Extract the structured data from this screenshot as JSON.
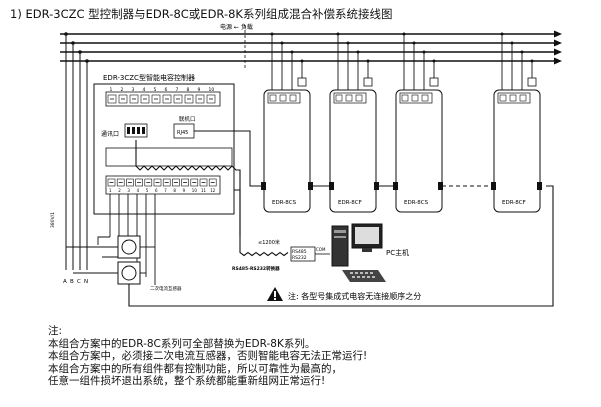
{
  "title": "1) EDR-3CZC 型控制器与EDR-8C或EDR-8K系列组成混合补偿系统接线图",
  "diagram": {
    "power_label": "电源 ← 负载",
    "controller": {
      "name": "EDR-3CZC型智能电容控制器",
      "comm_port_label": "通讯口",
      "network_port_label": "联机口",
      "rj45_label": "RJ45",
      "top_terminal_numbers": [
        "1",
        "2",
        "3",
        "4",
        "5",
        "6",
        "7",
        "8",
        "9",
        "10"
      ],
      "bottom_terminal_numbers": [
        "1",
        "2",
        "3",
        "4",
        "5",
        "6",
        "7",
        "8",
        "9",
        "10",
        "11",
        "12"
      ]
    },
    "modules": [
      {
        "label": "EDR-8CS"
      },
      {
        "label": "EDR-8CF"
      },
      {
        "label": "EDR-8CS"
      },
      {
        "label": "EDR-8CF"
      }
    ],
    "side_labels": {
      "input": "380V/1",
      "phases": [
        "A",
        "B",
        "C",
        "N"
      ],
      "ct": "二次电流互感器"
    },
    "rs485_cable_label": "≤1200米",
    "converter": {
      "line1": "RS485",
      "line2": "RS232",
      "com_label": "COM"
    },
    "converter_caption": "RS485-RS232转换器",
    "pc_label": "PC主机",
    "warning_text": "注: 各型号集成式电容无连接顺序之分"
  },
  "notes": [
    "注:",
    "本组合方案中的EDR-8C系列可全部替换为EDR-8K系列。",
    "本组合方案中，必须接二次电流互感器，否则智能电容无法正常运行!",
    "本组合方案中的所有组件都有控制功能，所以可靠性为最高的，",
    "任意一组件损坏退出系统，整个系统都能重新组网正常运行!"
  ]
}
